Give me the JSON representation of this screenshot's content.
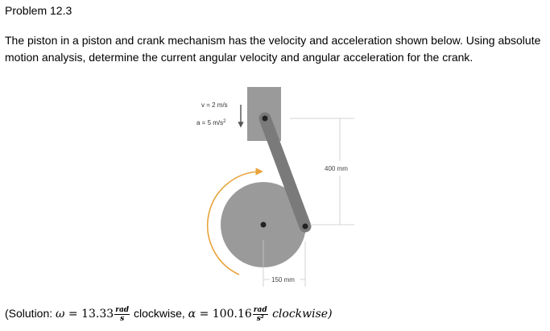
{
  "header": {
    "title": "Problem 12.3"
  },
  "problem": {
    "statement": "The piston in a piston and crank mechanism has the velocity and acceleration shown below. Using absolute motion analysis, determine the current angular velocity and angular acceleration for the crank."
  },
  "figure": {
    "velocity_label": "v = 2 m/s",
    "acceleration_label_base": "a = 5 m/s",
    "acceleration_label_sup": "2",
    "vertical_dimension": "400 mm",
    "horizontal_dimension": "150 mm"
  },
  "solution": {
    "prefix": "(Solution: ",
    "omega_symbol": "ω",
    "equals": " = ",
    "omega_value": "13.33",
    "omega_unit_num": "rad",
    "omega_unit_den": "s",
    "omega_direction": " clockwise, ",
    "alpha_symbol": "α",
    "alpha_value": "100.16",
    "alpha_unit_num": "rad",
    "alpha_unit_den": "s²",
    "alpha_direction": " clockwise)"
  }
}
